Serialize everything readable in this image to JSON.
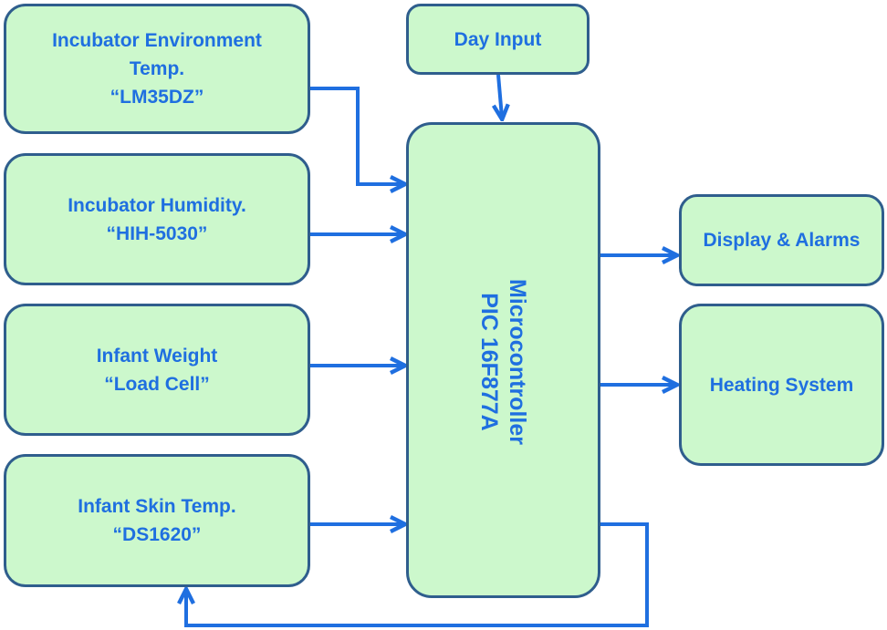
{
  "blocks": {
    "env_temp": {
      "lines": [
        "Incubator Environment",
        "Temp.",
        "“LM35DZ”"
      ]
    },
    "humidity": {
      "lines": [
        "Incubator Humidity.",
        "“HIH-5030”"
      ]
    },
    "weight": {
      "lines": [
        "Infant Weight",
        "“Load Cell”"
      ]
    },
    "skin_temp": {
      "lines": [
        "Infant Skin Temp.",
        "“DS1620”"
      ]
    },
    "day_input": {
      "lines": [
        "Day Input"
      ]
    },
    "microcontroller": {
      "lines": [
        "Microcontroller",
        "PIC 16F877A"
      ]
    },
    "display": {
      "lines": [
        "Display & Alarms"
      ]
    },
    "heating": {
      "lines": [
        "Heating System"
      ]
    }
  },
  "colors": {
    "block_fill": "#ccf8cc",
    "block_border": "#2f5e8d",
    "text": "#1f6fe0",
    "arrow": "#1f6fe0"
  }
}
